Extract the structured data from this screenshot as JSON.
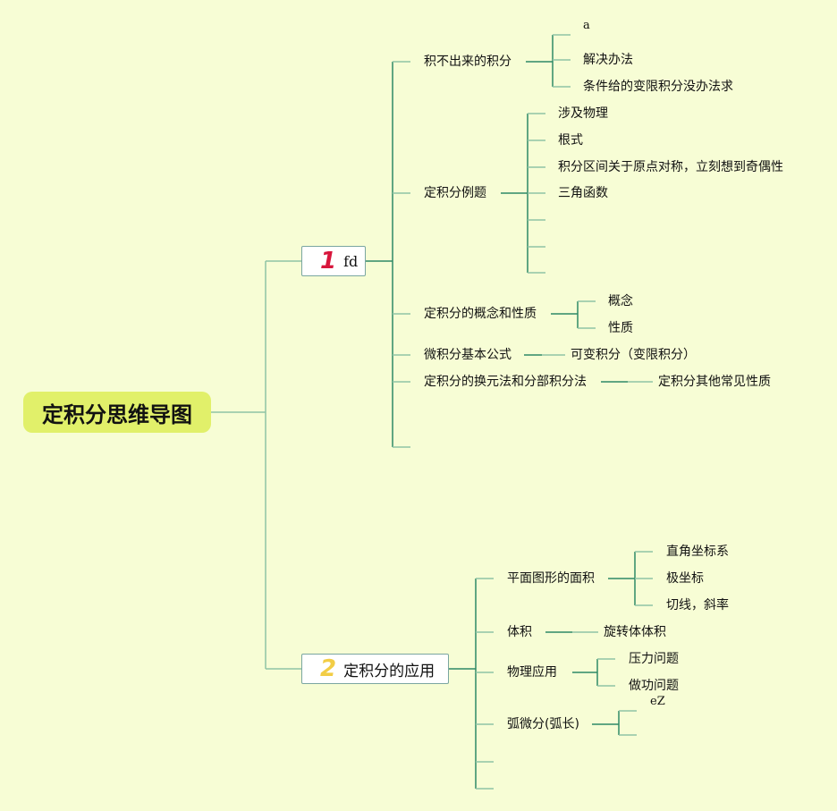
{
  "root": {
    "label": "定积分思维导图",
    "color": "#e1f06a"
  },
  "branches": [
    {
      "number": "1",
      "number_color": "#d8163c",
      "label": "fd",
      "children": [
        {
          "label": "积不出来的积分",
          "children": [
            "a",
            "解决办法",
            "条件给的变限积分没办法求"
          ]
        },
        {
          "label": "定积分例题",
          "children": [
            "涉及物理",
            "根式",
            "积分区间关于原点对称，立刻想到奇偶性",
            "三角函数",
            "",
            "",
            ""
          ]
        },
        {
          "label": "定积分的概念和性质",
          "children": [
            "概念",
            "性质"
          ]
        },
        {
          "label": "微积分基本公式",
          "children": [
            "可变积分（变限积分）"
          ]
        },
        {
          "label": "定积分的换元法和分部积分法",
          "children": [
            "定积分其他常见性质"
          ]
        },
        {
          "label": "",
          "children": []
        }
      ]
    },
    {
      "number": "2",
      "number_color": "#f2cd45",
      "label": "定积分的应用",
      "children": [
        {
          "label": "平面图形的面积",
          "children": [
            "直角坐标系",
            "极坐标",
            "切线，斜率"
          ]
        },
        {
          "label": "体积",
          "children": [
            "旋转体体积"
          ]
        },
        {
          "label": "物理应用",
          "children": [
            "压力问题",
            "做功问题"
          ]
        },
        {
          "label": "弧微分(弧长)",
          "children": [
            "eZ",
            ""
          ]
        },
        {
          "label": "",
          "children": []
        },
        {
          "label": "",
          "children": []
        }
      ]
    }
  ],
  "colors": {
    "background": "#f7fdd5",
    "line_light": "#8fc3a5",
    "line_dark": "#2f8a66"
  }
}
